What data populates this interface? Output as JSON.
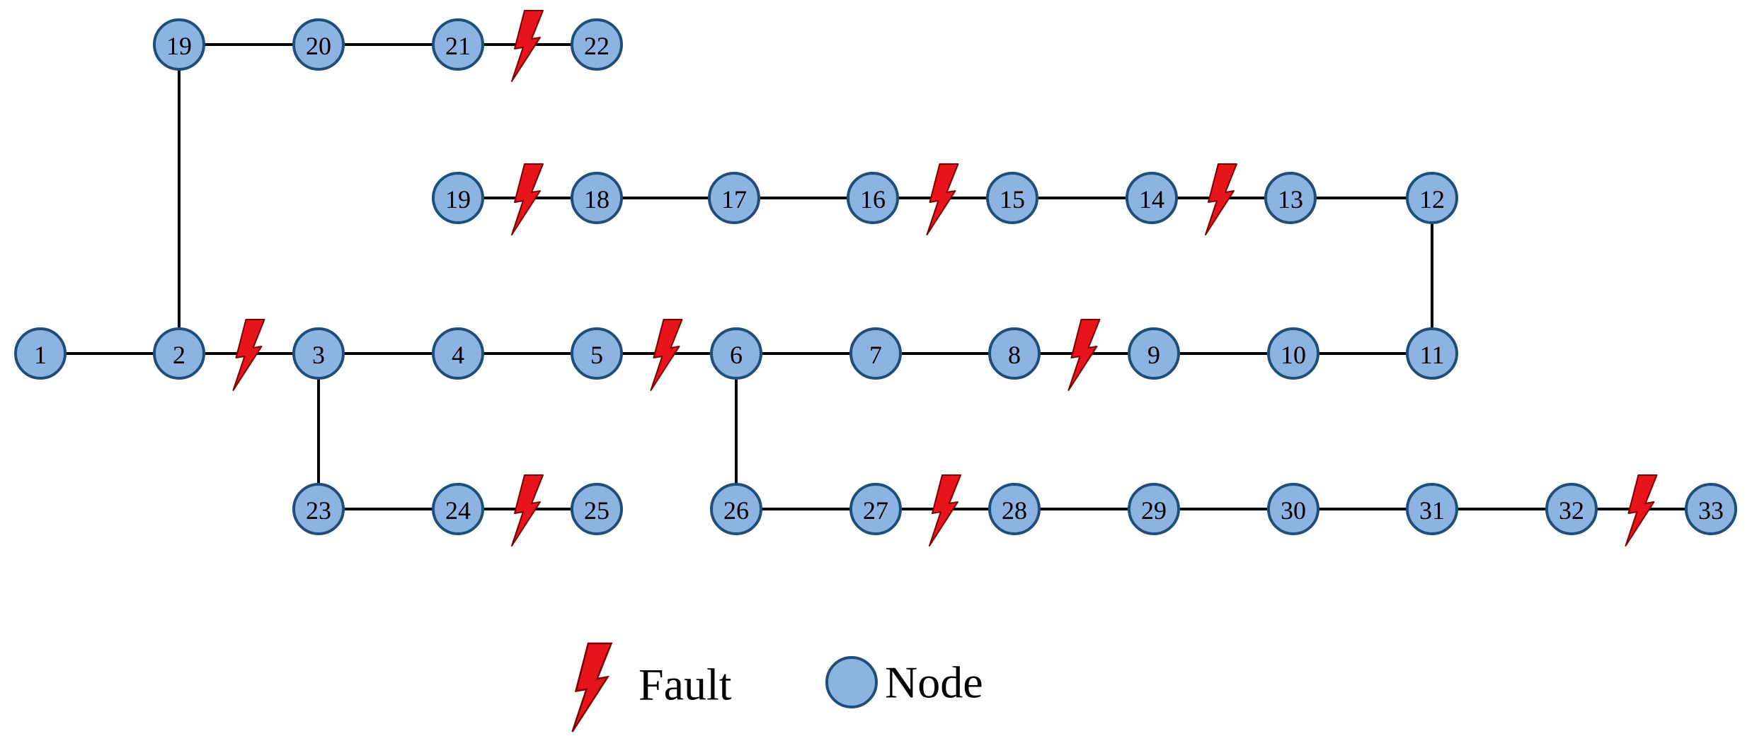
{
  "colors": {
    "node_fill": "#8db3e2",
    "node_stroke": "#1f4e79",
    "fault_fill": "#e8141b",
    "fault_stroke": "#7a0000",
    "edge": "#000000"
  },
  "legend": {
    "fault_label": "Fault",
    "node_label": "Node"
  },
  "nodes": [
    {
      "id": "1",
      "label": "1"
    },
    {
      "id": "2",
      "label": "2"
    },
    {
      "id": "3",
      "label": "3"
    },
    {
      "id": "4",
      "label": "4"
    },
    {
      "id": "5",
      "label": "5"
    },
    {
      "id": "6",
      "label": "6"
    },
    {
      "id": "7",
      "label": "7"
    },
    {
      "id": "8",
      "label": "8"
    },
    {
      "id": "9",
      "label": "9"
    },
    {
      "id": "10",
      "label": "10"
    },
    {
      "id": "11",
      "label": "11"
    },
    {
      "id": "12",
      "label": "12"
    },
    {
      "id": "13",
      "label": "13"
    },
    {
      "id": "14",
      "label": "14"
    },
    {
      "id": "15",
      "label": "15"
    },
    {
      "id": "16",
      "label": "16"
    },
    {
      "id": "17",
      "label": "17"
    },
    {
      "id": "18",
      "label": "18"
    },
    {
      "id": "19b",
      "label": "19"
    },
    {
      "id": "19",
      "label": "19"
    },
    {
      "id": "20",
      "label": "20"
    },
    {
      "id": "21",
      "label": "21"
    },
    {
      "id": "22",
      "label": "22"
    },
    {
      "id": "23",
      "label": "23"
    },
    {
      "id": "24",
      "label": "24"
    },
    {
      "id": "25",
      "label": "25"
    },
    {
      "id": "26",
      "label": "26"
    },
    {
      "id": "27",
      "label": "27"
    },
    {
      "id": "28",
      "label": "28"
    },
    {
      "id": "29",
      "label": "29"
    },
    {
      "id": "30",
      "label": "30"
    },
    {
      "id": "31",
      "label": "31"
    },
    {
      "id": "32",
      "label": "32"
    },
    {
      "id": "33",
      "label": "33"
    }
  ],
  "edges": [
    [
      "1",
      "2"
    ],
    [
      "2",
      "3"
    ],
    [
      "3",
      "4"
    ],
    [
      "4",
      "5"
    ],
    [
      "5",
      "6"
    ],
    [
      "6",
      "7"
    ],
    [
      "7",
      "8"
    ],
    [
      "8",
      "9"
    ],
    [
      "9",
      "10"
    ],
    [
      "10",
      "11"
    ],
    [
      "11",
      "12"
    ],
    [
      "12",
      "13"
    ],
    [
      "13",
      "14"
    ],
    [
      "14",
      "15"
    ],
    [
      "15",
      "16"
    ],
    [
      "16",
      "17"
    ],
    [
      "17",
      "18"
    ],
    [
      "18",
      "19b"
    ],
    [
      "2",
      "19"
    ],
    [
      "19",
      "20"
    ],
    [
      "20",
      "21"
    ],
    [
      "21",
      "22"
    ],
    [
      "3",
      "23"
    ],
    [
      "23",
      "24"
    ],
    [
      "24",
      "25"
    ],
    [
      "6",
      "26"
    ],
    [
      "26",
      "27"
    ],
    [
      "27",
      "28"
    ],
    [
      "28",
      "29"
    ],
    [
      "29",
      "30"
    ],
    [
      "30",
      "31"
    ],
    [
      "31",
      "32"
    ],
    [
      "32",
      "33"
    ]
  ],
  "faults": [
    [
      "21",
      "22"
    ],
    [
      "19b",
      "18"
    ],
    [
      "16",
      "15"
    ],
    [
      "14",
      "13"
    ],
    [
      "2",
      "3"
    ],
    [
      "5",
      "6"
    ],
    [
      "8",
      "9"
    ],
    [
      "24",
      "25"
    ],
    [
      "27",
      "28"
    ],
    [
      "32",
      "33"
    ]
  ]
}
